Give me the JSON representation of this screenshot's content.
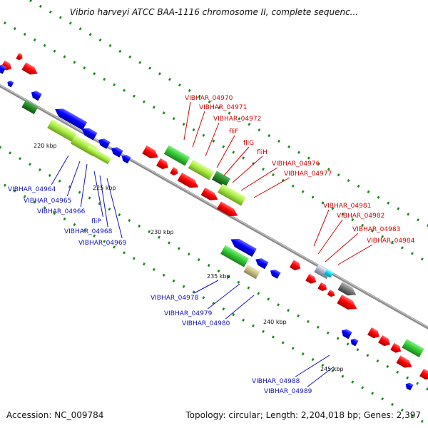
{
  "title": "Vibrio harveyi ATCC BAA-1116 chromosome II, complete sequenc...",
  "footer": {
    "accession": "Accession: NC_009784",
    "topology": "Topology: circular; Length: 2,204,018 bp; Genes: 2,397"
  },
  "scale_labels": [
    "220 kbp",
    "225 kbp",
    "230 kbp",
    "235 kbp",
    "240 kbp",
    "245 kbp"
  ],
  "labels_outer": [
    "VIBHAR_04970",
    "VIBHAR_04971",
    "VIBHAR_04972",
    "fliF",
    "fliG",
    "fliH",
    "VIBHAR_04976",
    "VIBHAR_04977",
    "VIBHAR_04981",
    "VIBHAR_04982",
    "VIBHAR_04983",
    "VIBHAR_04984"
  ],
  "labels_inner": [
    "VIBHAR_04964",
    "VIBHAR_04965",
    "VIBHAR_04966",
    "fliP",
    "VIBHAR_04968",
    "VIBHAR_04969",
    "VIBHAR_04978",
    "VIBHAR_04979",
    "VIBHAR_04980",
    "VIBHAR_04988",
    "VIBHAR_04989"
  ],
  "colors": {
    "forward_gene": "#ff0000",
    "reverse_gene": "#0000ff",
    "green_gene": "#33cc33",
    "lime_gene": "#aaee44",
    "dark_green_gene": "#2a8a2a",
    "cyan_gene": "#00e5ff",
    "grey_gene": "#777777",
    "khaki_gene": "#c8c088",
    "backbone": "#8c8c8c",
    "tick_dots": "#1a8a1a",
    "outer_label": "#dd0000",
    "inner_label": "#1010cc"
  }
}
